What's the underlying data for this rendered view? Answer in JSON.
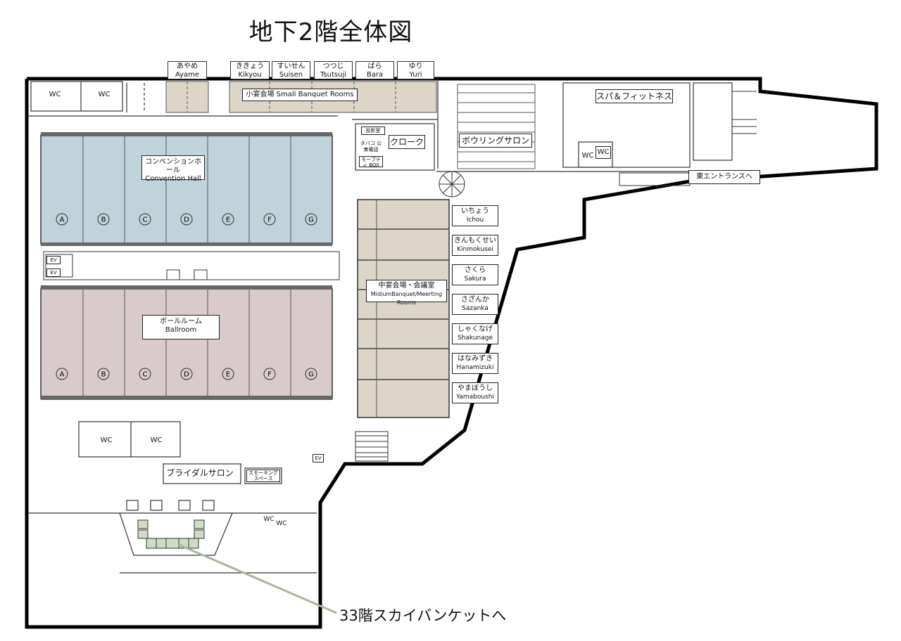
{
  "title": "地下2階全体図",
  "banquet_small": {
    "header": "小宴会場 Small Banquet Rooms",
    "rooms": [
      {
        "jp": "あやめ",
        "en": "Ayame"
      },
      {
        "jp": "ききょう",
        "en": "Kikyou"
      },
      {
        "jp": "すいせん",
        "en": "Suisen"
      },
      {
        "jp": "つつじ",
        "en": "Tsutsuji"
      },
      {
        "jp": "ばら",
        "en": "Bara"
      },
      {
        "jp": "ゆり",
        "en": "Yuri"
      }
    ]
  },
  "convention_hall": {
    "jp": "コンベンションホール",
    "en": "Convention Hall",
    "sections": [
      "A",
      "B",
      "C",
      "D",
      "E",
      "F",
      "G"
    ]
  },
  "ballroom": {
    "jp": "ボールルーム",
    "en": "Ballroom",
    "sections": [
      "A",
      "B",
      "C",
      "D",
      "E",
      "F",
      "G"
    ]
  },
  "medium_banquet": {
    "jp": "中宴会場・会議室",
    "en": "MidiumBanquet/Meerting Rooms",
    "rooms": [
      {
        "jp": "いちょう",
        "en": "Ichou"
      },
      {
        "jp": "きんもくせい",
        "en": "Kinmokusei"
      },
      {
        "jp": "さくら",
        "en": "Sakura"
      },
      {
        "jp": "さざんか",
        "en": "Sazanka"
      },
      {
        "jp": "しゃくなげ",
        "en": "Shakunage"
      },
      {
        "jp": "はなみずき",
        "en": "Hanamizuki"
      },
      {
        "jp": "やまぼうし",
        "en": "Yamaboushi"
      }
    ]
  },
  "facilities": {
    "cloak": "クローク",
    "projection_room": "投影室",
    "tobacco_phone": "タバコ 公衆電話",
    "modem_box": "モーブティ BOX",
    "bowling": "ボウリングサロン",
    "spa": "スパ＆フィットネス",
    "east_entrance": "東エントランスへ",
    "bridal": "ブライダルサロン",
    "smoking": "スモーキング スペース",
    "wc": "WC",
    "ev": "EV"
  },
  "sky_banquet_note": "33階スカイバンケットへ",
  "colors": {
    "convention": "#c0d3da",
    "ballroom": "#d9cbcb",
    "banquet": "#ddd5c7",
    "wall": "#000000",
    "ev_fill": "#cfdcc5",
    "guide_line": "#a9b89a"
  }
}
